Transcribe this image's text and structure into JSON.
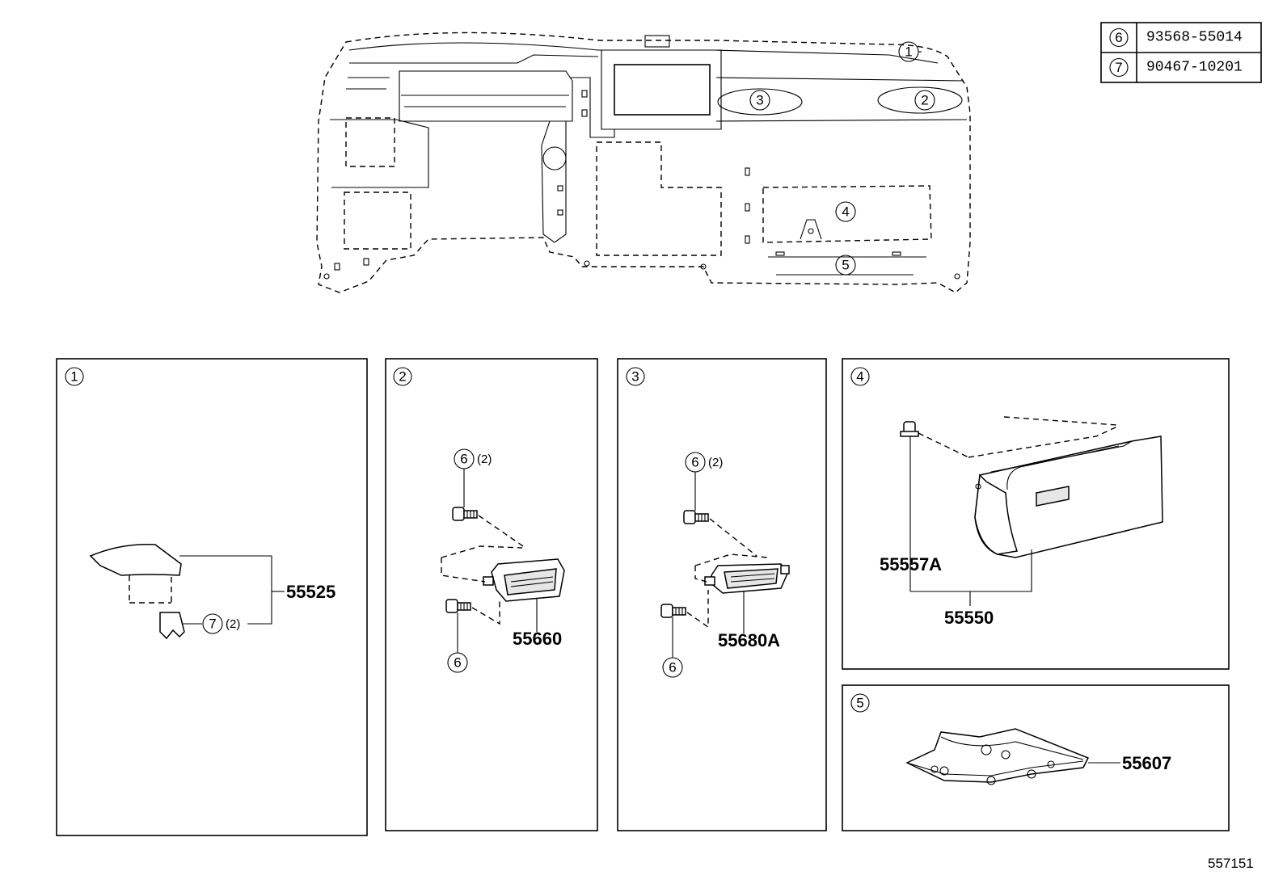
{
  "fastener_table": [
    {
      "callout": "6",
      "part_number": "93568-55014"
    },
    {
      "callout": "7",
      "part_number": "90467-10201"
    }
  ],
  "overview_callouts": [
    "1",
    "2",
    "3",
    "4",
    "5"
  ],
  "panels": [
    {
      "id": "1",
      "label": "1",
      "parts": [
        "55525"
      ],
      "callouts": [
        {
          "num": "7",
          "qty": "(2)"
        }
      ]
    },
    {
      "id": "2",
      "label": "2",
      "parts": [
        "55660"
      ],
      "callouts": [
        {
          "num": "6",
          "qty": "(2)"
        },
        {
          "num": "6",
          "qty": ""
        }
      ]
    },
    {
      "id": "3",
      "label": "3",
      "parts": [
        "55680A"
      ],
      "callouts": [
        {
          "num": "6",
          "qty": "(2)"
        },
        {
          "num": "6",
          "qty": ""
        }
      ]
    },
    {
      "id": "4",
      "label": "4",
      "parts": [
        "55557A",
        "55550"
      ],
      "callouts": []
    },
    {
      "id": "5",
      "label": "5",
      "parts": [
        "55607"
      ],
      "callouts": []
    }
  ],
  "diagram_ref": "557151"
}
